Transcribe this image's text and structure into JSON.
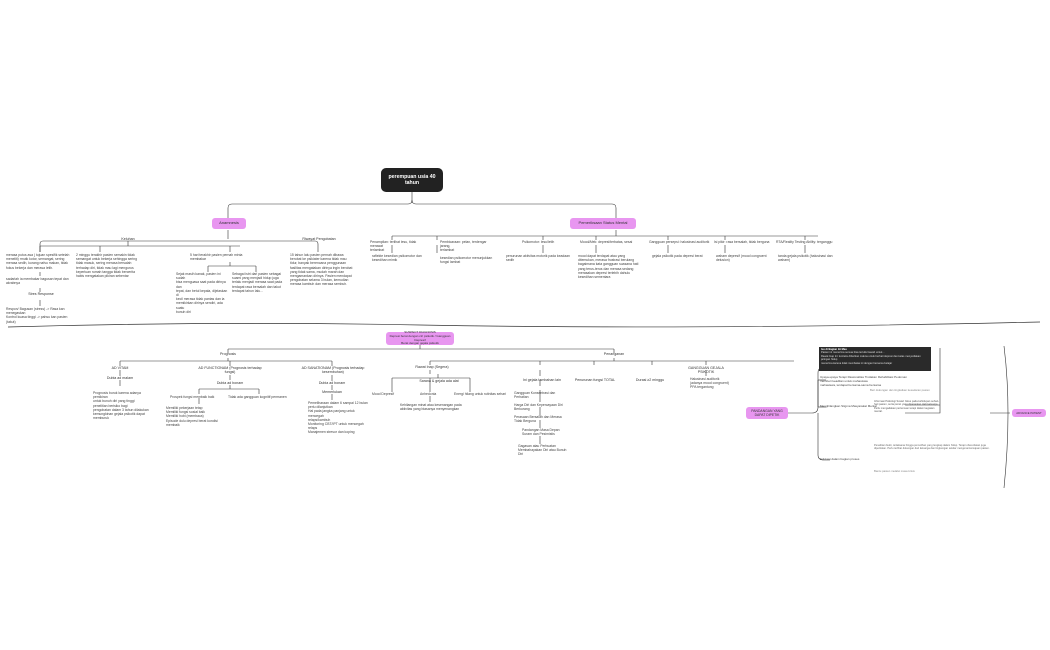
{
  "root": "perempuan usia 40\ntahun",
  "anamnesis": {
    "label": "Anamnesis",
    "keluhan": {
      "title": "Keluhan",
      "items": [
        "merasa putus asa ( tujuan spesifik setelah\nmeneliti) rmutk kotor, semangat, sering\nmerasa sedih, kurang nafsu makan, tidak\nfokus bekerja dan merasa letih.",
        "2 minggu terakhir pasien semakin tidak\nsemangat untuk bekerja sehingga sering\ntidak masuk, sering merasa bersalah\nterhadap diri, tidak mau lagi mengurus\nkeperluan rumah tangga tidak bercerita\nhabis mengatakan pikiran sebentar",
        "5 hari terakhir pasien pernah minta\nmembakar"
      ],
      "sub1": "sadarlah ia membakar bagusan tepat dan\nakrabnya",
      "stres": "Stres Response",
      "stres_items": "Respon/ Bagusan (stress) -> Rasa kan\nmenegaskan\nKontrol kuasa tinggi -> pahsu kan pasien\n(takut)",
      "sub2": "Sejak masih kanak, pasien ini sudah\nbisa menguasa saat pada dirinya dan\ntepat, dan betul kepala, dijelaskan di\nkecil merasa tidak pantas dan ia\nmemikirkan dirinya sendiri, ada suatu\nbunuh diri",
      "sub3": "Sebagai istri dari pasien sebagai\nsuami yang menjadi hidup juga\nterlalu menjadi merasa saat pada\nterdapat rasa bersalah dan takut\nterdapat tahun lalu..."
    },
    "riwayat": {
      "title": "Riwayat Pengobatan",
      "text": "15 tahun lalu pasien pernah dibawa\nberobat ke psikiater karena tidak mau\ntidur, banyak berencana penggunaan\nfasilitas mengatakan dirinya ingin berobat\nyang tidak sama, mudah marah dan\nmengamankan dirinya. Pasien mendapat\npengobatan selama 3 bulan, kemudian\nmerasa kambuh dan merasa sembuh."
    }
  },
  "status_mental": {
    "label": "Pemeriksaan Status Mental",
    "items": [
      {
        "h": "Penampilan: terlihat lesu, tidak merawat\nterlambat",
        "s": "raflekte kesedian psikomotor dan\nkesedihan mimik"
      },
      {
        "h": "Pembicaraan: pelan, terdengar jarang,\nterlambat",
        "s": "kesedian psikomotor menunjukkan\nfungsi lambat"
      },
      {
        "h": "Psikomotor: lesu/letih",
        "s": "penurunan aktivitas motorik pada keadaan\nsedih"
      },
      {
        "h": "Mood/Afek: depresi/terbatas, sesai",
        "s": "mood dapat terdapat atau yang\nditemukan, merasa frustrasi berulang\nbagaimana kata gangguan suasana hati\nyang terus-terus dan merasa sedang\nmerasakan depresi terlebih dahulu\nkesedihan sementara"
      },
      {
        "h": "Gangguan persepsi: halusinasi auditorik",
        "s": "gejala psikotik pada depresi berat"
      },
      {
        "h": "Isi pikir: rasa bersalah, tidak berguna",
        "s": "waham depresif (mood congruent\ndelusion)"
      },
      {
        "h": "RTA/Reality Testing Ability: terganggu",
        "s": "tanda gejala psikotik (halusinasi dan\nwaham)"
      }
    ]
  },
  "suspect": "SUSPECT DIAGNOSIS\nDepresi berat dengan ciri psikotik / Gangguan Depresif\nBerat dengan gejala psikotik",
  "prognosis": {
    "label": "Prognosis",
    "cols": [
      {
        "title": "AD VITAM",
        "sub": "Dubia ad malam",
        "text": "Prognosis buruk karena adanya pemikiran\nuntuk bunuh diri yang tinggi\npenelitian berisiko bagi\npengobatan dalam 3 tahun dilakukan\nkemungkinan gejala psikotik dapat\nmemburuk"
      },
      {
        "title": "AD FUNCTIONAM (Prognosis terhadap\nfungsi)",
        "sub": "Dubia ad bonam",
        "items": [
          "Prospek fungsi membaik baik",
          "Tidak ada gangguan kognitif permanen"
        ],
        "text": "Memiliki pekerjaan tetap\nMemiliki fungsi sosial baik\nMemiliki hobi (membaca)\nEpisode dulu depresi berat kondisi\nmembaik"
      },
      {
        "title": "AD SANATIONAM (Prognosis terhadap\nkesembuhan)",
        "sub": "Dubia ad bonam",
        "sub2": "Memerlukan",
        "text": "Pemeliharaan dalam 6 sampai 12 bulan\nperlu dilanjutkan\nHal pada jangka panjang untuk mencegah\nrelaps/kambuh\nMonitoring CBT/IPT untuk mencegah\nrelaps\nManajemen stresor dan koping"
      }
    ]
  },
  "penanganan": {
    "label": "Penanganan",
    "rawat_inap": {
      "title": "Rawat Inap (Segera)",
      "sub": "Sarana & gejala ada alat",
      "items": [
        "Mood Depresif",
        "Anhedonia",
        "Energi hilang untuk rutinitas sehari"
      ],
      "note": "Kehilangan minat atau kesenangan pada\naktivitas yang biasanya menyenangkan"
    },
    "psikoterapi": {
      "title": "Ini gejala tambahan lain",
      "items": [
        "Gangguan Konsentrasi dan Perhatian",
        "Harga Diri dan Kepercayaan Diri Berkurang",
        "Perasaan Bersalah dan Merasa Tidak Berguna",
        "Pandangan Masa Depan Suram dan Pesimistis",
        "Gagasan atau Perbuatan Membahayakan Diri atau Bunuh Diri"
      ]
    },
    "durasi": {
      "title": "Penurunan fungsi TOTAL"
    },
    "lain": {
      "title": "Durasi ≥2 minggu"
    },
    "gejala": {
      "title": "GANGGUAN GEJALA PSIKOTIK",
      "text": "Halusinasi auditorik\n(adanya mood congruent)\nPPA tergantung"
    }
  },
  "right": {
    "label": "PANDANGAN YANG DAPAT DIPETIK",
    "side_tag": "ADVANCE PATIENT",
    "panel_head": "Isu di Bagian Ini Mau",
    "panel_text": "Pasien ini menerima semua bisa tertulis bawah untuk...\nRawat Inap Ini: konteks diberikan makna untuk berhati depresi dan kelas menyediakan jaringan hidup\nmenerima karena tidak membalas ini dengan bersama belajar",
    "b1": "Upaya-upaya Terapi Rasionalitas Tindakan Rehabilitasi Pedoman\nmemberi keadilan untuk mahasiswa\nmahasiswa, terdapat bersama-sama bersama",
    "b2": "Menghilangkan Stigma Masyarakat Mental",
    "b2_text": "Informasi Psikologi Sosial: fokus pada kehidupan sehari-hari pasien, serta peran yang diperankan oleh keluarga. Perlu mengadakan pertemuan terapi dalam kegiatan mental.",
    "b3": "Edukasi dalam bagian proses",
    "b3_text": "Penelitian bukti, terlaksana hingga pemulihan yang lengkap dalam hidup. Terapi obat-obatan juga diperlukan. Perlu terlihat dukungan dari keluarga dan lingkungan sekitar mengenai kemajuan pasien.",
    "small1": "Beri dukungan dan tingkatkan kesadaran pasien",
    "small2": "Bantu pasien melalui masa krisis"
  }
}
